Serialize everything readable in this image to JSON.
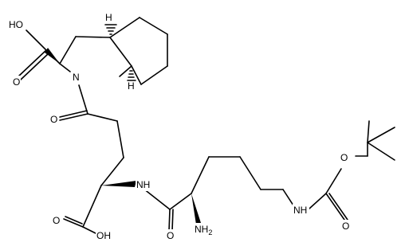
{
  "atoms": {
    "ho_top": "HO",
    "n_ring": "N",
    "o_ketone": "O",
    "nh_amide": "NH",
    "ho_bottom": "OH",
    "o_acid_bottom": "O",
    "o_amide_bottom": "O",
    "nh2": "NH",
    "nh2_sub": "2",
    "nh_carbamate": "NH",
    "o_carbamate_bottom": "O",
    "o_carbamate_top": "O",
    "h_upper": "H",
    "h_lower": "H"
  }
}
